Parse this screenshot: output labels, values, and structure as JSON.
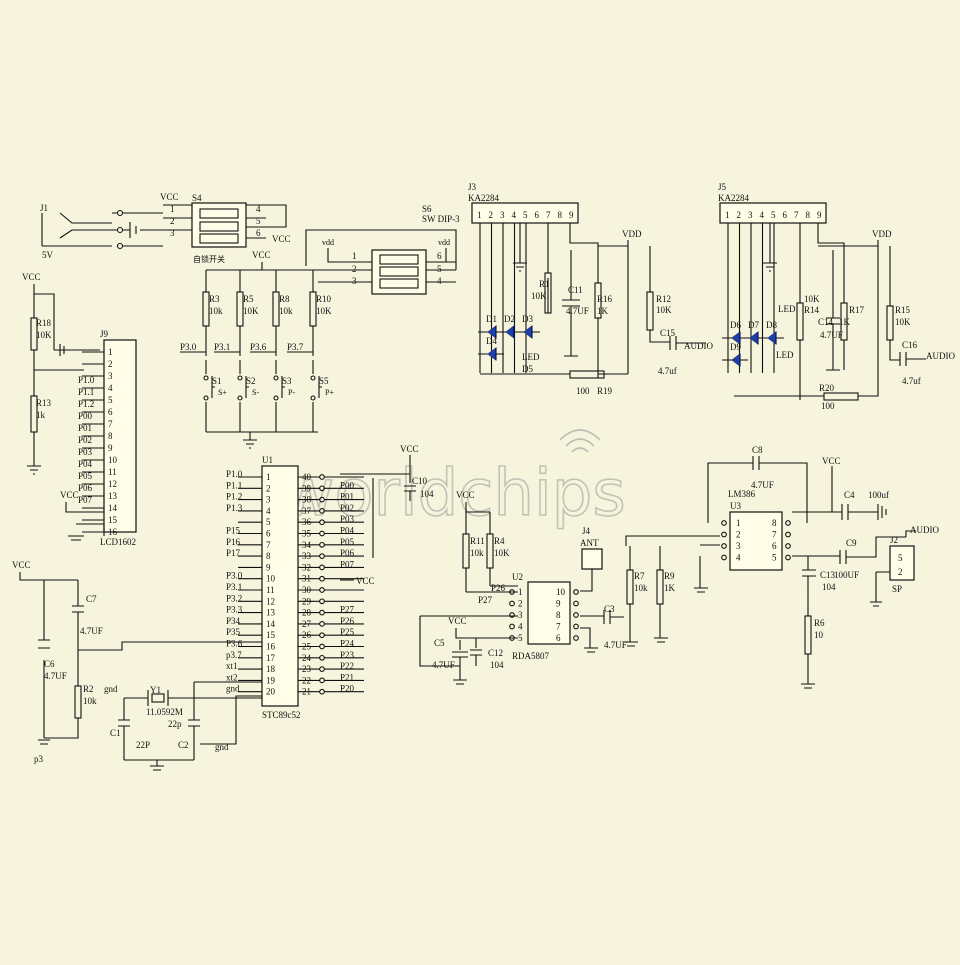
{
  "watermark": "worldchips",
  "j1": {
    "ref": "J1",
    "value": "5V"
  },
  "s4": {
    "ref": "S4",
    "caption": "自锁开关",
    "pins": [
      "1",
      "2",
      "3",
      "4",
      "5",
      "6"
    ],
    "vcc": [
      "VCC",
      "VCC"
    ]
  },
  "s6": {
    "ref": "S6",
    "value": "SW DIP-3",
    "pins": [
      "1",
      "2",
      "3",
      "4",
      "5",
      "6"
    ],
    "vdd": [
      "vdd",
      "vdd"
    ]
  },
  "pullups": {
    "vcc": "VCC",
    "refs": [
      "R3",
      "R5",
      "R8",
      "R10"
    ],
    "values": [
      "10k",
      "10K",
      "10k",
      "10K"
    ],
    "nets": [
      "P3.0",
      "P3.1",
      "P3.6",
      "P3.7"
    ],
    "switches": [
      "S1",
      "S2",
      "S3",
      "S5"
    ],
    "marks": [
      "S+",
      "S-",
      "P-",
      "P+"
    ]
  },
  "j3": {
    "ref": "J3",
    "value": "KA2284",
    "pins": [
      "1",
      "2",
      "3",
      "4",
      "5",
      "6",
      "7",
      "8",
      "9"
    ]
  },
  "j5": {
    "ref": "J5",
    "value": "KA2284",
    "pins": [
      "1",
      "2",
      "3",
      "4",
      "5",
      "6",
      "7",
      "8",
      "9"
    ]
  },
  "vu_left": {
    "vdd": "VDD",
    "leds": [
      "D1",
      "D2",
      "D3",
      "D4",
      "D5"
    ],
    "led_label": "LED",
    "r1": [
      "R1",
      "10K"
    ],
    "c11": [
      "C11",
      "4.7UF"
    ],
    "r16": [
      "R16",
      "1K"
    ],
    "r12": [
      "R12",
      "10K"
    ],
    "c15": [
      "C15",
      "4.7uf"
    ],
    "audio": "AUDIO",
    "r19": [
      "100",
      "R19"
    ]
  },
  "vu_right": {
    "vdd": "VDD",
    "leds": [
      "D6",
      "D7",
      "D8",
      "D9"
    ],
    "led_label": "LED",
    "r14": [
      "R14",
      "10K"
    ],
    "c14": [
      "C14",
      "4.7UF"
    ],
    "r17": [
      "R17",
      "1K"
    ],
    "r15": [
      "R15",
      "10K"
    ],
    "c16": [
      "C16",
      "4.7uf"
    ],
    "audio": "AUDIO",
    "r20": [
      "R20",
      "100"
    ]
  },
  "lcd": {
    "ref": "J9",
    "value": "LCD1602",
    "vcc": "VCC",
    "r18": [
      "R18",
      "10K"
    ],
    "r13": [
      "R13",
      "1k"
    ],
    "pins": [
      "1",
      "2",
      "3",
      "4",
      "5",
      "6",
      "7",
      "8",
      "9",
      "10",
      "11",
      "12",
      "13",
      "14",
      "15",
      "16"
    ],
    "nets": [
      "P1.0",
      "P1.1",
      "P1.2",
      "P00",
      "P01",
      "P02",
      "P03",
      "P04",
      "P05",
      "P06",
      "P07"
    ]
  },
  "mcu": {
    "ref": "U1",
    "value": "STC89c52",
    "left_pins": [
      "1",
      "2",
      "3",
      "4",
      "5",
      "6",
      "7",
      "8",
      "9",
      "10",
      "11",
      "12",
      "13",
      "14",
      "15",
      "16",
      "17",
      "18",
      "19",
      "20"
    ],
    "right_pins": [
      "40",
      "39",
      "38",
      "37",
      "36",
      "35",
      "34",
      "33",
      "32",
      "31",
      "30",
      "29",
      "28",
      "27",
      "26",
      "25",
      "24",
      "23",
      "22",
      "21"
    ],
    "left_nets": [
      "P1.0",
      "P1.1",
      "P1.2",
      "P1.3",
      "",
      "P15",
      "P16",
      "P17",
      "",
      "P3.0",
      "P3.1",
      "P3.2",
      "P3.3",
      "P34",
      "P35",
      "P3.6",
      "p3.7",
      "xt1",
      "xt2",
      "gnd"
    ],
    "right_nets": [
      "",
      "P00",
      "P01",
      "P02",
      "P03",
      "P04",
      "P05",
      "P06",
      "P07",
      "",
      "",
      "",
      "P27",
      "P26",
      "P25",
      "P24",
      "P23",
      "P22",
      "P21",
      "P20"
    ],
    "vcc_top": "VCC",
    "vcc31": "VCC",
    "c10": [
      "C10",
      "104"
    ]
  },
  "clock": {
    "y1": [
      "Y1",
      "11.0592M"
    ],
    "c1": [
      "C1",
      "22P"
    ],
    "c2": [
      "C2",
      "22p"
    ],
    "gnd": "gnd",
    "gnd2": "gnd"
  },
  "reset": {
    "vcc": "VCC",
    "c7": [
      "C7",
      "4.7UF"
    ],
    "c6": [
      "C6",
      "4.7UF"
    ],
    "r2": [
      "R2",
      "10k"
    ],
    "p3": "p3"
  },
  "radio": {
    "ref": "U2",
    "value": "RDA5807",
    "vcc": "VCC",
    "r11": [
      "R11",
      "10k"
    ],
    "r4": [
      "R4",
      "10K"
    ],
    "left_pins": [
      "1",
      "2",
      "3",
      "4",
      "5"
    ],
    "right_pins": [
      "10",
      "9",
      "8",
      "7",
      "6"
    ],
    "nets": [
      "P26",
      "P27"
    ],
    "j4": [
      "J4",
      "ANT"
    ],
    "c3": [
      "C3",
      "4.7UF"
    ],
    "c5": [
      "C5",
      "4.7UF"
    ],
    "c12": [
      "C12",
      "104"
    ],
    "vcc2": "VCC"
  },
  "amp": {
    "ref": "U3",
    "value": "LM386",
    "vcc": "VCC",
    "c8": [
      "C8",
      "4.7UF"
    ],
    "r7": [
      "R7",
      "10k"
    ],
    "r9": [
      "R9",
      "1K"
    ],
    "c4": [
      "C4",
      "100uf"
    ],
    "c9": [
      "C9",
      "100UF"
    ],
    "c13": [
      "C13",
      "104"
    ],
    "r6": [
      "R6",
      "10"
    ],
    "left_pins": [
      "1",
      "2",
      "3",
      "4"
    ],
    "right_pins": [
      "8",
      "7",
      "6",
      "5"
    ],
    "j2": [
      "J2",
      "SP"
    ],
    "audio": "AUDIO"
  }
}
